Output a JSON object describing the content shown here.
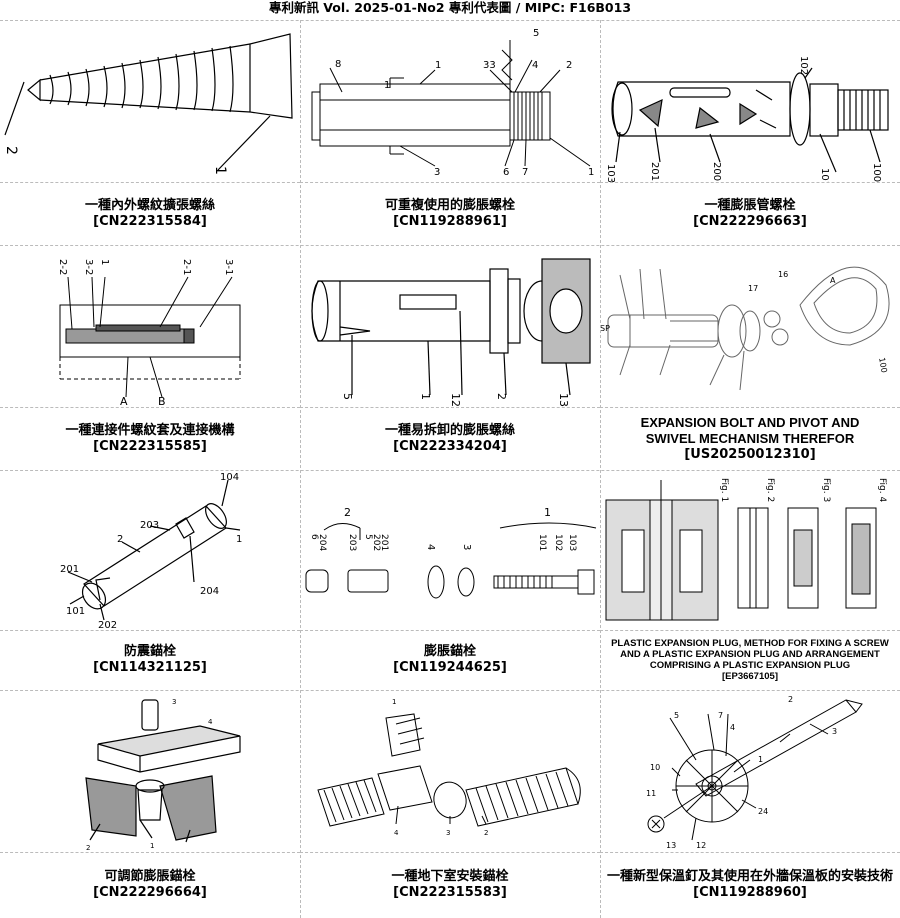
{
  "header": {
    "title": "專利新訊  Vol. 2025-01-No2  專利代表圖  /  MIPC:  F16B013"
  },
  "patents": [
    {
      "title": "一種內外螺紋擴張螺絲",
      "number": "[CN222315584]",
      "labels": [
        "2",
        "1"
      ]
    },
    {
      "title": "可重複使用的膨脹螺栓",
      "number": "[CN119288961]",
      "labels": [
        "8",
        "1",
        "33",
        "5",
        "4",
        "2",
        "1",
        "3",
        "6",
        "7",
        "1"
      ]
    },
    {
      "title": "一種膨脹管螺栓",
      "number": "[CN222296663]",
      "labels": [
        "102",
        "103",
        "201",
        "200",
        "101",
        "100"
      ]
    },
    {
      "title": "一種連接件螺紋套及連接機構",
      "number": "[CN222315585]",
      "labels": [
        "2-2",
        "3-2",
        "1",
        "2-1",
        "3-1",
        "A",
        "B"
      ]
    },
    {
      "title": "一種易拆卸的膨脹螺絲",
      "number": "[CN222334204]",
      "labels": [
        "5",
        "1",
        "12",
        "2",
        "13"
      ]
    },
    {
      "title": "EXPANSION BOLT AND PIVOT AND SWIVEL MECHANISM THEREFOR",
      "number": "[US20250012310]",
      "labels": [
        "16",
        "A",
        "17",
        "100",
        "SP"
      ]
    },
    {
      "title": "防震錨栓",
      "number": "[CN114321125]",
      "labels": [
        "104",
        "203",
        "2",
        "1",
        "201",
        "204",
        "101",
        "202"
      ]
    },
    {
      "title": "膨脹錨栓",
      "number": "[CN119244625]",
      "labels": [
        "2",
        "1",
        "6",
        "204",
        "203",
        "5",
        "202",
        "201",
        "4",
        "3",
        "101",
        "102",
        "103"
      ]
    },
    {
      "title": "PLASTIC EXPANSION PLUG, METHOD FOR FIXING A SCREW AND A PLASTIC EXPANSION PLUG AND ARRANGEMENT COMPRISING A PLASTIC EXPANSION PLUG",
      "number": "[EP3667105]",
      "labels": [
        "Fig. 1",
        "Fig. 2",
        "Fig. 3",
        "Fig. 4"
      ]
    },
    {
      "title": "可調節膨脹錨栓",
      "number": "[CN222296664]",
      "labels": [
        "3",
        "4",
        "1",
        "2"
      ]
    },
    {
      "title": "一種地下室安裝錨栓",
      "number": "[CN222315583]",
      "labels": [
        "1",
        "2",
        "3",
        "4"
      ]
    },
    {
      "title": "一種新型保溫釘及其使用在外牆保溫板的安裝技術",
      "number": "[CN119288960]",
      "labels": [
        "2",
        "5",
        "7",
        "4",
        "3",
        "10",
        "11",
        "1",
        "24",
        "13",
        "12"
      ]
    }
  ]
}
